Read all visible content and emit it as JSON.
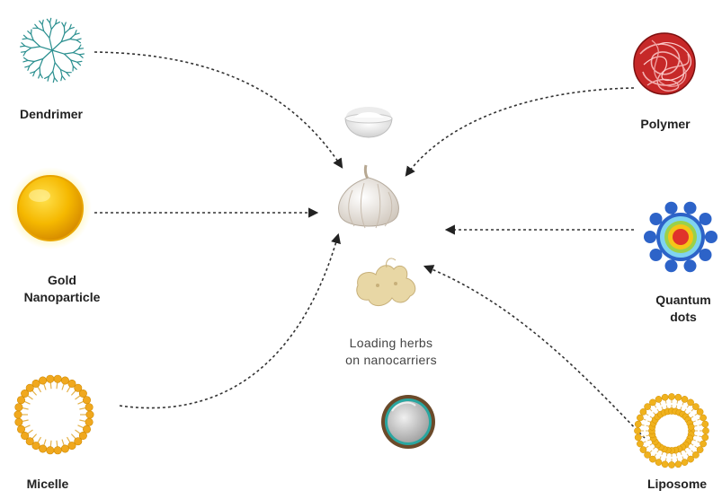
{
  "nanocarriers": {
    "dendrimer": {
      "label": "Dendrimer"
    },
    "gold": {
      "label_line1": "Gold",
      "label_line2": "Nanoparticle"
    },
    "micelle": {
      "label": "Micelle"
    },
    "polymer": {
      "label": "Polymer"
    },
    "quantum": {
      "label_line1": "Quantum",
      "label_line2": "dots"
    },
    "liposome": {
      "label": "Liposome"
    }
  },
  "center": {
    "caption_line1": "Loading  herbs",
    "caption_line2": "on nanocarriers",
    "herbs": [
      "powder-bowl",
      "garlic",
      "ginger",
      "coconut"
    ]
  },
  "colors": {
    "dendrimer": "#2a8f8f",
    "gold": "#f2b705",
    "micelle": "#f0a81e",
    "polymer": "#b01e1e",
    "quantum_outer": "#2d63c8",
    "liposome": "#f0b21e",
    "arrow": "#333333"
  }
}
